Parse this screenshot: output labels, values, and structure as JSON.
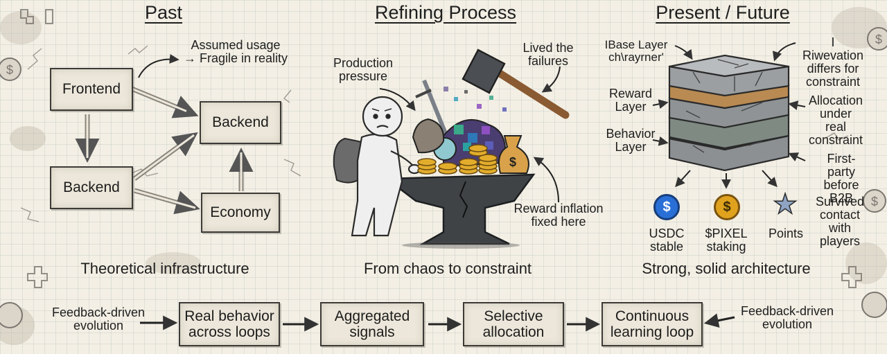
{
  "sections": {
    "past": "Past",
    "refining": "Refining Process",
    "present": "Present / Future"
  },
  "captions": {
    "past": "Theoretical infrastructure",
    "refining": "From chaos to constraint",
    "present": "Strong, solid architecture"
  },
  "past": {
    "boxes": {
      "frontend": "Frontend",
      "backend_top": "Backend",
      "backend_left": "Backend",
      "economy": "Economy"
    },
    "note": "Assumed usage\n→ Fragile in reality"
  },
  "refining": {
    "production_pressure": "Production\npressure",
    "lived_failures": "Lived the\nfailures",
    "reward_inflation": "Reward inflation\nfixed here"
  },
  "present": {
    "base_layer": "IBase Layer\nch\\rayrner'",
    "reward_layer": "Reward\nLayer",
    "behavior_layer": "Behavior\nLayer",
    "right_1": "I Riwevation\ndiffers for\nconstraint",
    "right_2": "Allocation\nunder real\nconstraint",
    "right_3": "First-party\nbefore B2B",
    "right_4": "Survived\ncontact\nwith players",
    "icons": [
      {
        "label": "USDC\nstable",
        "symbol": "$",
        "icon": "usdc-coin-icon"
      },
      {
        "label": "$PIXEL\nstaking",
        "symbol": "$",
        "icon": "pixel-coin-icon"
      },
      {
        "label": "Points",
        "symbol": "★",
        "icon": "star-icon"
      }
    ]
  },
  "flow": {
    "left_note": "Feedback-driven\nevolution",
    "right_note": "Feedback-driven\nevolution",
    "steps": [
      "Real behavior\nacross loops",
      "Aggregated\nsignals",
      "Selective\nallocation",
      "Continuous\nlearning loop"
    ]
  },
  "colors": {
    "usdc": "#2a6fd6",
    "pixel": "#e0a21e",
    "star": "#8fa4c4",
    "plank": "#b98a52"
  }
}
